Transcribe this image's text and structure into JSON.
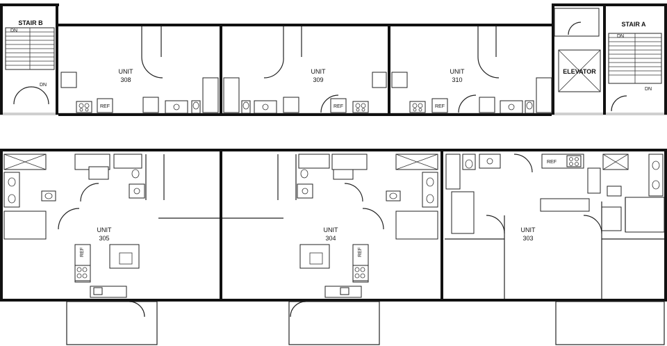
{
  "stairs": {
    "b": {
      "name": "STAIR B",
      "dn_top": "DN",
      "dn_bottom": "DN"
    },
    "a": {
      "name": "STAIR A",
      "dn_top": "DN",
      "dn_bottom": "DN"
    }
  },
  "elevator": {
    "label": "ELEVATOR"
  },
  "units": {
    "u308": {
      "word": "UNIT",
      "number": "308"
    },
    "u309": {
      "word": "UNIT",
      "number": "309"
    },
    "u310": {
      "word": "UNIT",
      "number": "310"
    },
    "u305": {
      "word": "UNIT",
      "number": "305"
    },
    "u304": {
      "word": "UNIT",
      "number": "304"
    },
    "u303": {
      "word": "UNIT",
      "number": "303"
    }
  },
  "fixtures": {
    "ref": "REF"
  }
}
